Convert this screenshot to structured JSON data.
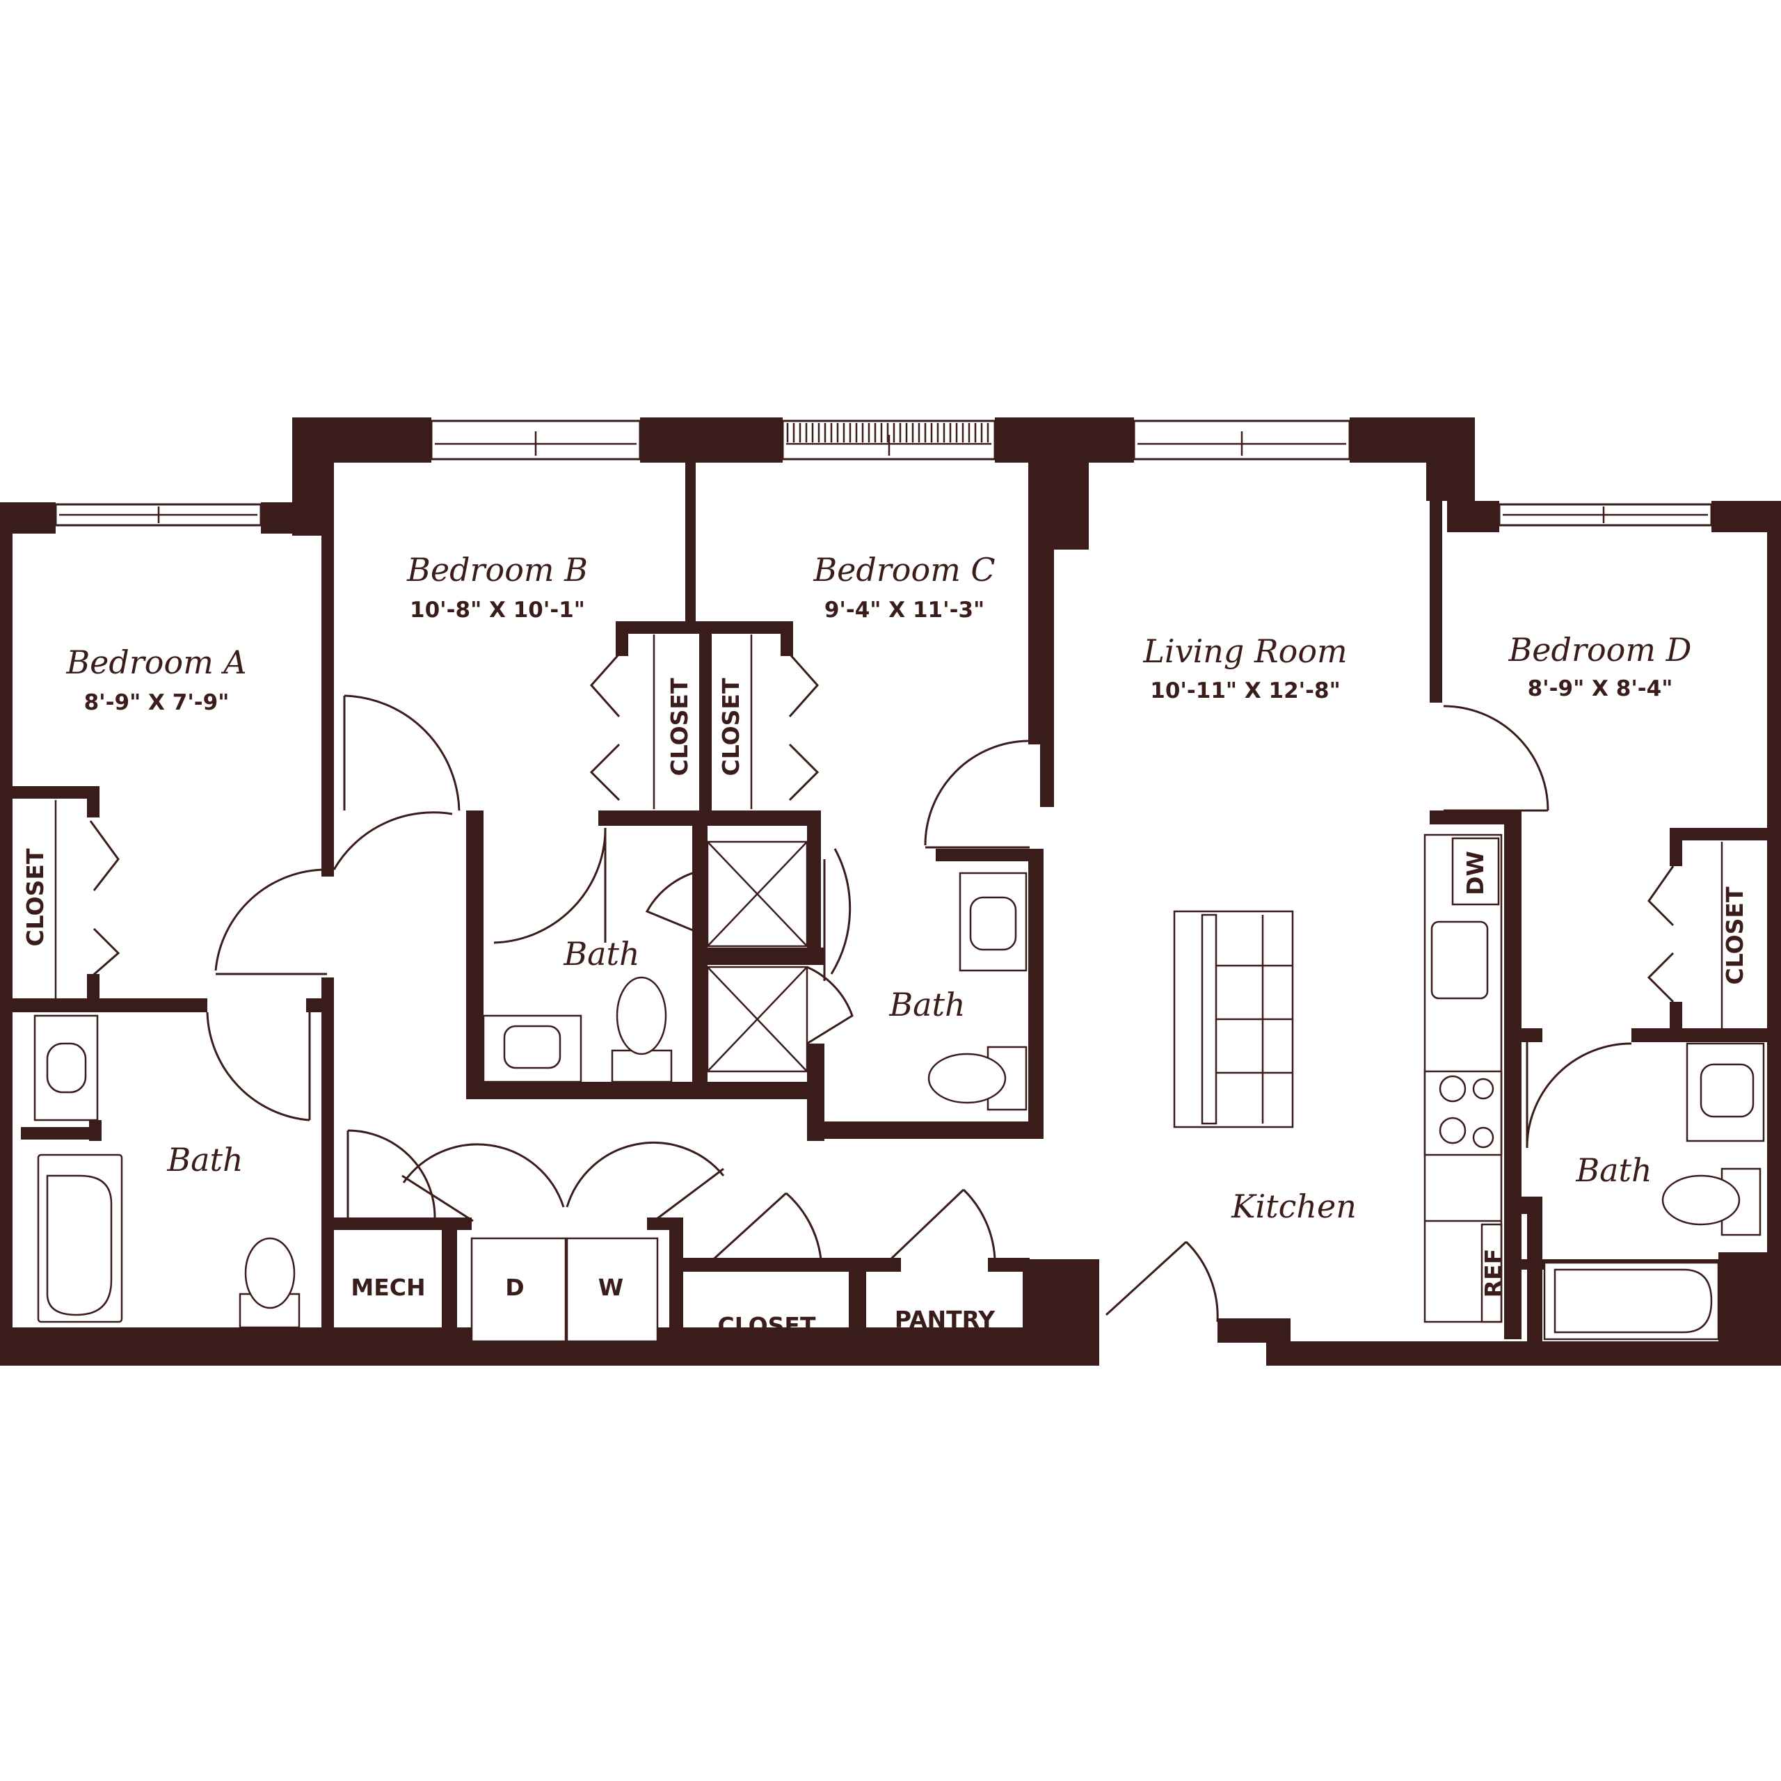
{
  "colors": {
    "wall": "#3a1d1a",
    "background": "#ffffff"
  },
  "rooms": {
    "bedroom_a": {
      "name": "Bedroom A",
      "dim": "8'-9\" X 7'-9\""
    },
    "bedroom_b": {
      "name": "Bedroom B",
      "dim": "10'-8\" X 10'-1\""
    },
    "bedroom_c": {
      "name": "Bedroom C",
      "dim": "9'-4\" X 11'-3\""
    },
    "living_room": {
      "name": "Living Room",
      "dim": "10'-11\" X 12'-8\""
    },
    "bedroom_d": {
      "name": "Bedroom D",
      "dim": "8'-9\" X 8'-4\""
    },
    "kitchen": {
      "name": "Kitchen"
    },
    "bath_a": {
      "name": "Bath"
    },
    "bath_b": {
      "name": "Bath"
    },
    "bath_c": {
      "name": "Bath"
    },
    "bath_d": {
      "name": "Bath"
    }
  },
  "labels": {
    "closet_a": "CLOSET",
    "closet_b": "CLOSET",
    "closet_c": "CLOSET",
    "closet_d": "CLOSET",
    "closet_hall": "CLOSET",
    "mech": "MECH",
    "dryer": "D",
    "washer": "W",
    "pantry": "PANTRY",
    "dishwasher": "DW",
    "refrigerator": "REF"
  }
}
